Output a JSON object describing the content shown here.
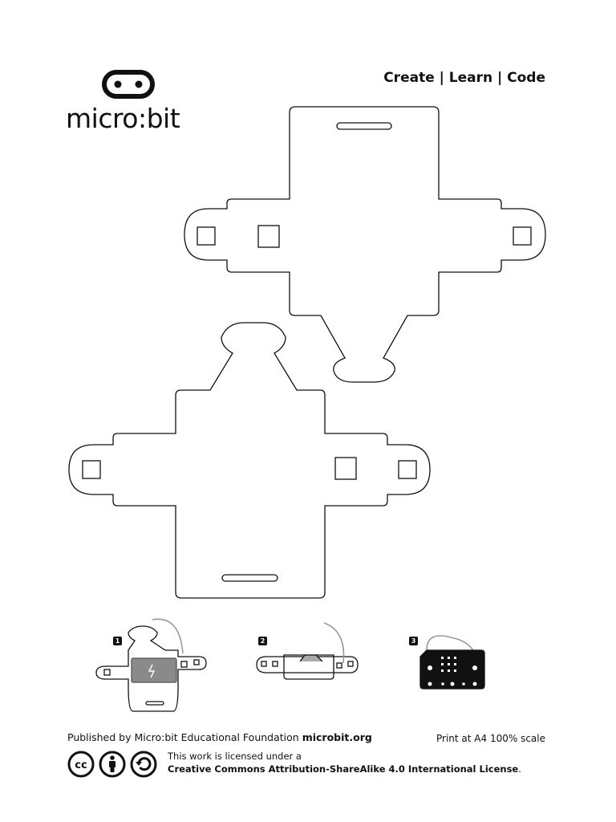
{
  "brand": {
    "name": "micro:bit",
    "tagline": "Create | Learn | Code"
  },
  "steps": [
    {
      "number": "1"
    },
    {
      "number": "2"
    },
    {
      "number": "3"
    }
  ],
  "footer": {
    "publisher_prefix": "Published by Micro:bit Educational Foundation",
    "publisher_url": "microbit.org",
    "print_note": "Print at A4 100% scale",
    "license_line1": "This work is licensed under a",
    "license_line2": "Creative Commons Attribution-ShareAlike 4.0 International License",
    "license_line2_end": "."
  },
  "icons": {
    "cc": "creative-commons-icon",
    "by": "attribution-icon",
    "sa": "share-alike-icon"
  },
  "colors": {
    "ink": "#111111",
    "battery": "#8a8a8a",
    "wire": "#999999"
  }
}
